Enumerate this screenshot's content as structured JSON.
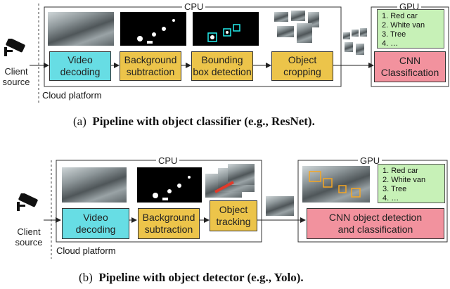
{
  "panel_a": {
    "cpu_label": "CPU",
    "gpu_label": "GPU",
    "platform_label": "Cloud platform",
    "client_label": "Client\nsource",
    "stages": [
      "Video\ndecoding",
      "Background\nsubtraction",
      "Bounding\nbox detection",
      "Object\ncropping"
    ],
    "gpu_stage": "CNN\nClassification",
    "note_items": [
      "1.  Red car",
      "2.  White van",
      "3.  Tree",
      "4.   …"
    ],
    "caption_prefix": "(a)",
    "caption_bold": "Pipeline with object classifier (e.g., ResNet)."
  },
  "panel_b": {
    "cpu_label": "CPU",
    "gpu_label": "GPU",
    "platform_label": "Cloud platform",
    "client_label": "Client\nsource",
    "stages": [
      "Video\ndecoding",
      "Background\nsubtraction",
      "Object\ntracking"
    ],
    "gpu_stage": "CNN object detection\nand classification",
    "note_items": [
      "1.  Red car",
      "2.  White van",
      "3.  Tree",
      "4.   …"
    ],
    "caption_prefix": "(b)",
    "caption_bold": "Pipeline with object detector (e.g., Yolo)."
  },
  "colors": {
    "decode": "#67dde4",
    "cpu_stage": "#ecc44a",
    "gpu_stage": "#f2929e",
    "note": "#c7f1b7"
  },
  "icons": {
    "camera": "security-camera-icon"
  }
}
